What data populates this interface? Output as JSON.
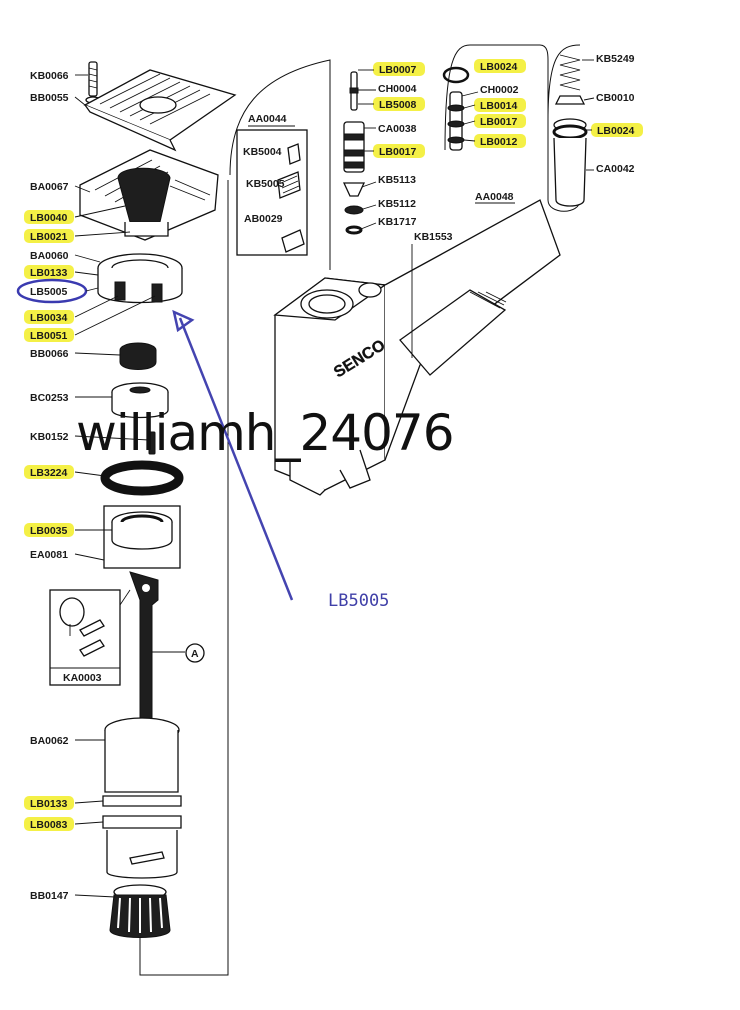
{
  "labels": {
    "kb0066": "KB0066",
    "bb0055": "BB0055",
    "ba0067": "BA0067",
    "lb0040": "LB0040",
    "lb0021": "LB0021",
    "ba0060": "BA0060",
    "lb0133_top": "LB0133",
    "lb5005": "LB5005",
    "lb0034": "LB0034",
    "lb0051": "LB0051",
    "bb0066": "BB0066",
    "bc0253": "BC0253",
    "kb0152": "KB0152",
    "lb3224": "LB3224",
    "lb0035": "LB0035",
    "ea0081": "EA0081",
    "ka0003": "KA0003",
    "circle_a": "A",
    "ba0062": "BA0062",
    "lb0133_bottom": "LB0133",
    "lb0083": "LB0083",
    "bb0147": "BB0147",
    "aa0044": "AA0044",
    "kb5004": "KB5004",
    "kb5005": "KB5005",
    "ab0029": "AB0029",
    "lb0007": "LB0007",
    "ch0004": "CH0004",
    "lb5008": "LB5008",
    "ca0038": "CA0038",
    "lb0017_a": "LB0017",
    "kb5113": "KB5113",
    "kb5112": "KB5112",
    "kb1717": "KB1717",
    "kb1553": "KB1553",
    "lb0024_a": "LB0024",
    "ch0002": "CH0002",
    "lb0014": "LB0014",
    "lb0017_b": "LB0017",
    "lb0012": "LB0012",
    "aa0048": "AA0048",
    "kb5249": "KB5249",
    "cb0010": "CB0010",
    "lb0024_b": "LB0024",
    "ca0042": "CA0042",
    "brand": "SENCO"
  },
  "annotation": {
    "text": "LB5005",
    "color": "#4040a8"
  },
  "watermark": {
    "text": "williamh_24076"
  },
  "colors": {
    "highlight": "#f4f046",
    "annotation": "#4040a8",
    "ink": "#111111"
  }
}
